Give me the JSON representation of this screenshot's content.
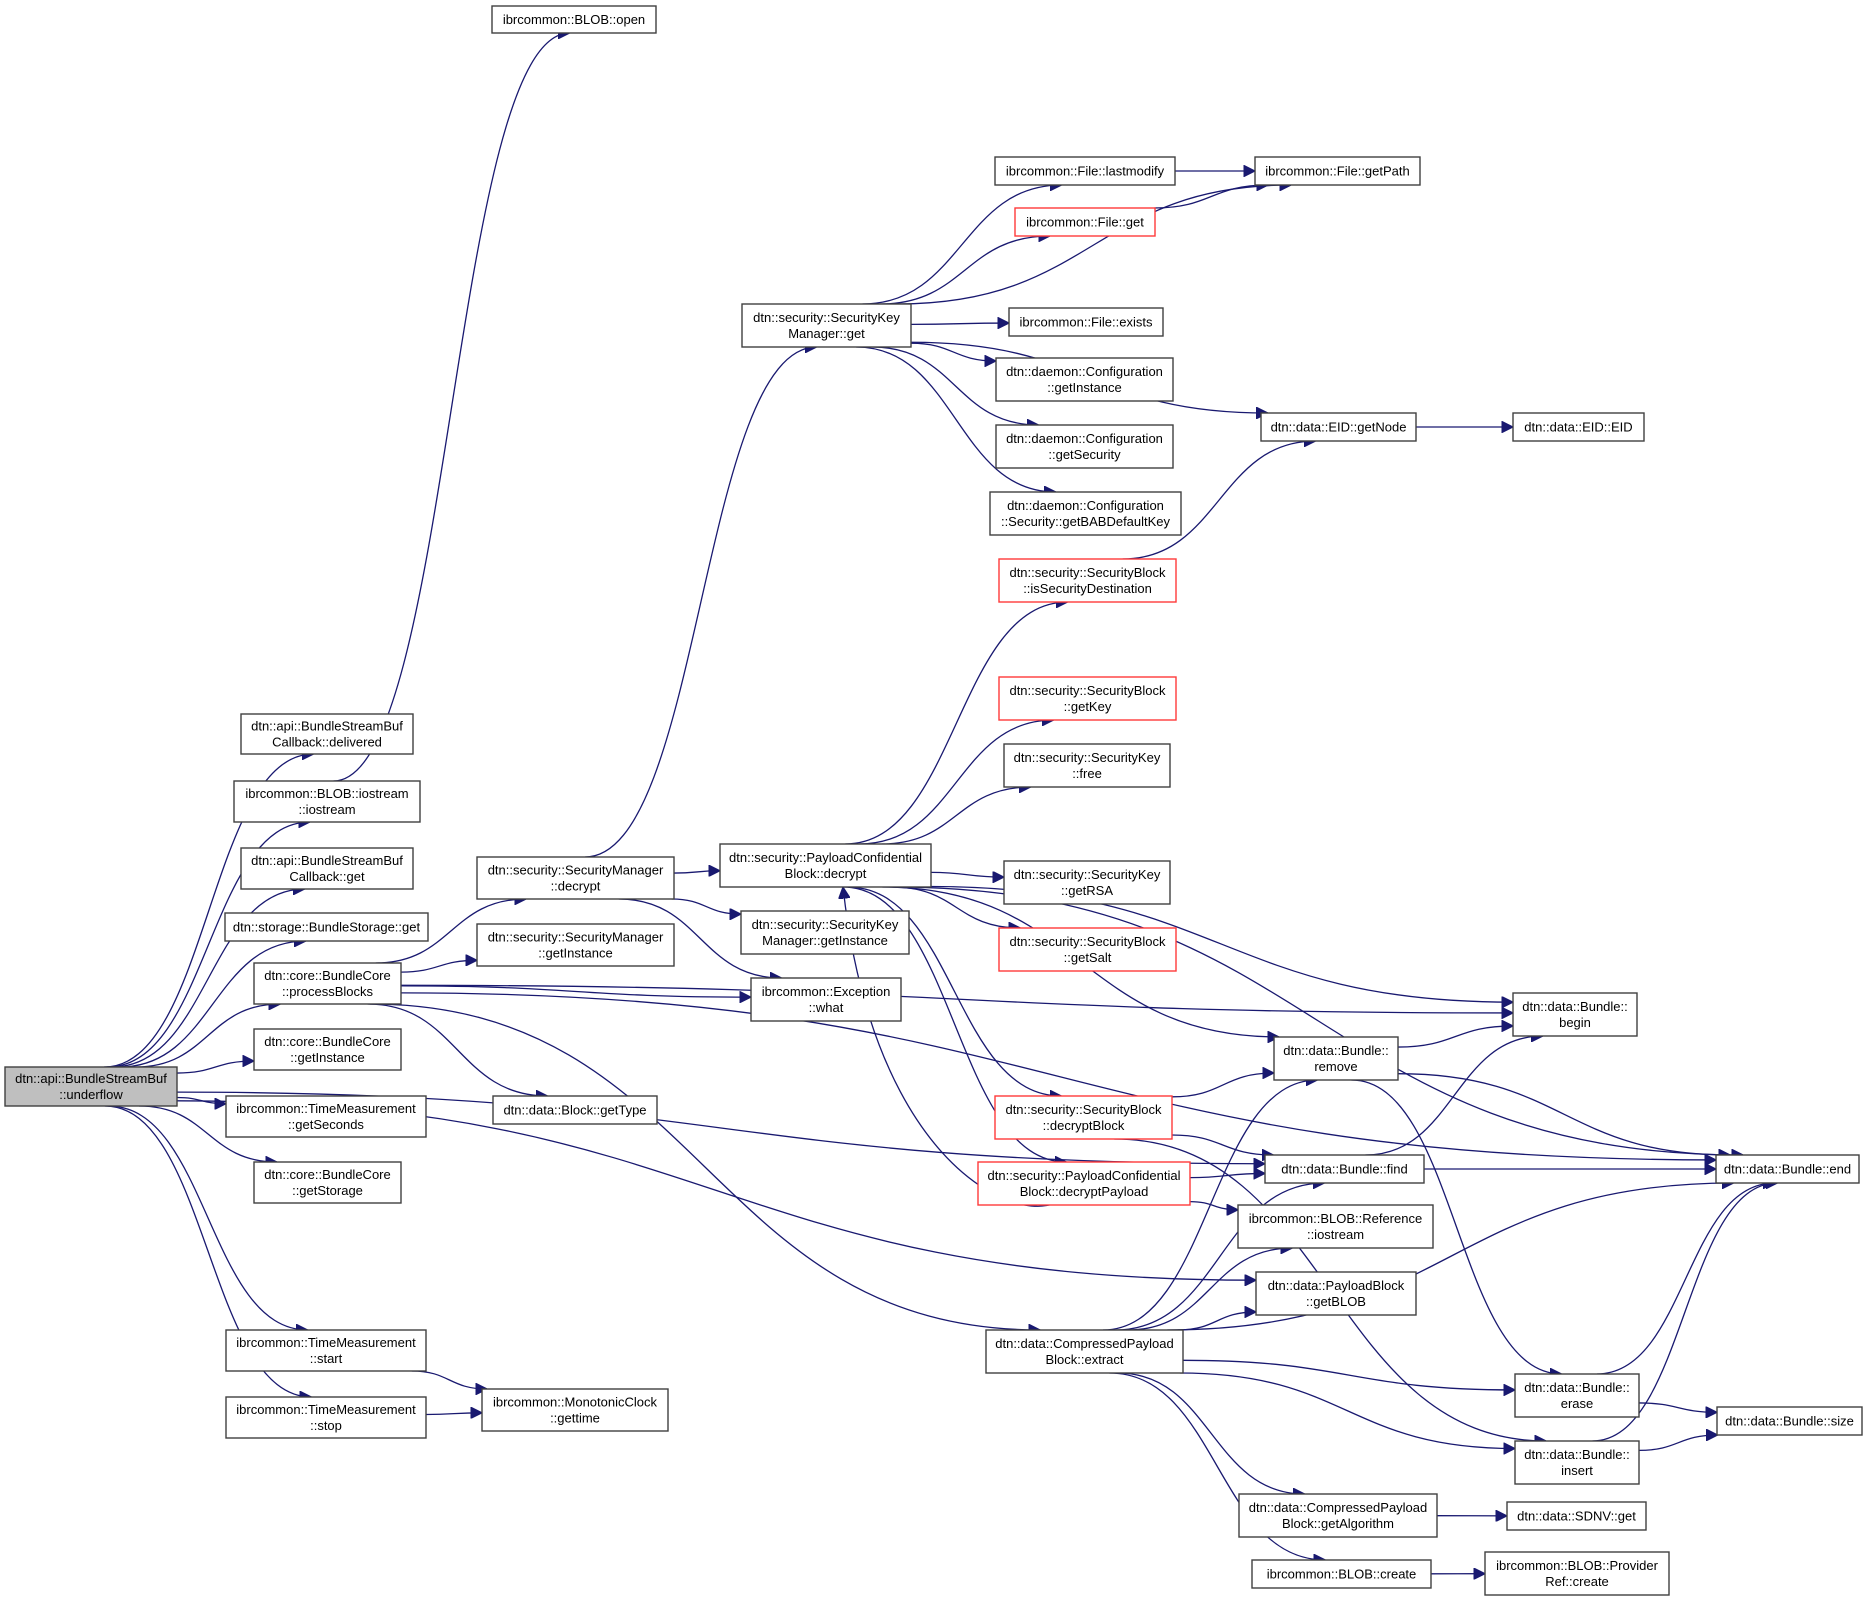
{
  "title": "Call graph of dtn::api::BundleStreamBuf::underflow",
  "colors": {
    "edge": "#191970",
    "root_fill": "#bfbfbf",
    "node_border": "#404040",
    "truncated_border": "#ff3a3a"
  },
  "nodes": [
    {
      "id": "underflow",
      "lines": [
        "dtn::api::BundleStreamBuf",
        "::underflow"
      ],
      "kind": "root"
    },
    {
      "id": "cb_delivered",
      "lines": [
        "dtn::api::BundleStreamBuf",
        "Callback::delivered"
      ],
      "kind": "normal"
    },
    {
      "id": "blob_iostream",
      "lines": [
        "ibrcommon::BLOB::iostream",
        "::iostream"
      ],
      "kind": "normal"
    },
    {
      "id": "cb_get",
      "lines": [
        "dtn::api::BundleStreamBuf",
        "Callback::get"
      ],
      "kind": "normal"
    },
    {
      "id": "storage_get",
      "lines": [
        "dtn::storage::BundleStorage::get"
      ],
      "kind": "normal"
    },
    {
      "id": "processBlocks",
      "lines": [
        "dtn::core::BundleCore",
        "::processBlocks"
      ],
      "kind": "normal"
    },
    {
      "id": "core_getInstance",
      "lines": [
        "dtn::core::BundleCore",
        "::getInstance"
      ],
      "kind": "normal"
    },
    {
      "id": "tm_getSeconds",
      "lines": [
        "ibrcommon::TimeMeasurement",
        "::getSeconds"
      ],
      "kind": "normal"
    },
    {
      "id": "core_getStorage",
      "lines": [
        "dtn::core::BundleCore",
        "::getStorage"
      ],
      "kind": "normal"
    },
    {
      "id": "tm_start",
      "lines": [
        "ibrcommon::TimeMeasurement",
        "::start"
      ],
      "kind": "normal"
    },
    {
      "id": "tm_stop",
      "lines": [
        "ibrcommon::TimeMeasurement",
        "::stop"
      ],
      "kind": "normal"
    },
    {
      "id": "blob_open",
      "lines": [
        "ibrcommon::BLOB::open"
      ],
      "kind": "normal"
    },
    {
      "id": "sm_decrypt",
      "lines": [
        "dtn::security::SecurityManager",
        "::decrypt"
      ],
      "kind": "normal"
    },
    {
      "id": "sm_getInstance",
      "lines": [
        "dtn::security::SecurityManager",
        "::getInstance"
      ],
      "kind": "normal"
    },
    {
      "id": "block_getType",
      "lines": [
        "dtn::data::Block::getType"
      ],
      "kind": "normal"
    },
    {
      "id": "mono_gettime",
      "lines": [
        "ibrcommon::MonotonicClock",
        "::gettime"
      ],
      "kind": "normal"
    },
    {
      "id": "skm_get",
      "lines": [
        "dtn::security::SecurityKey",
        "Manager::get"
      ],
      "kind": "normal"
    },
    {
      "id": "pcb_decrypt",
      "lines": [
        "dtn::security::PayloadConfidential",
        "Block::decrypt"
      ],
      "kind": "normal"
    },
    {
      "id": "skm_getInstance",
      "lines": [
        "dtn::security::SecurityKey",
        "Manager::getInstance"
      ],
      "kind": "normal"
    },
    {
      "id": "exc_what",
      "lines": [
        "ibrcommon::Exception",
        "::what"
      ],
      "kind": "normal"
    },
    {
      "id": "cpb_extract",
      "lines": [
        "dtn::data::CompressedPayload",
        "Block::extract"
      ],
      "kind": "normal"
    },
    {
      "id": "file_lastmodify",
      "lines": [
        "ibrcommon::File::lastmodify"
      ],
      "kind": "normal"
    },
    {
      "id": "file_get",
      "lines": [
        "ibrcommon::File::get"
      ],
      "kind": "truncated"
    },
    {
      "id": "file_exists",
      "lines": [
        "ibrcommon::File::exists"
      ],
      "kind": "normal"
    },
    {
      "id": "conf_getInstance",
      "lines": [
        "dtn::daemon::Configuration",
        "::getInstance"
      ],
      "kind": "normal"
    },
    {
      "id": "conf_getSecurity",
      "lines": [
        "dtn::daemon::Configuration",
        "::getSecurity"
      ],
      "kind": "normal"
    },
    {
      "id": "conf_bab",
      "lines": [
        "dtn::daemon::Configuration",
        "::Security::getBABDefaultKey"
      ],
      "kind": "normal"
    },
    {
      "id": "sb_isSecDest",
      "lines": [
        "dtn::security::SecurityBlock",
        "::isSecurityDestination"
      ],
      "kind": "truncated"
    },
    {
      "id": "sb_getKey",
      "lines": [
        "dtn::security::SecurityBlock",
        "::getKey"
      ],
      "kind": "truncated"
    },
    {
      "id": "sk_free",
      "lines": [
        "dtn::security::SecurityKey",
        "::free"
      ],
      "kind": "normal"
    },
    {
      "id": "sk_getRSA",
      "lines": [
        "dtn::security::SecurityKey",
        "::getRSA"
      ],
      "kind": "normal"
    },
    {
      "id": "sb_getSalt",
      "lines": [
        "dtn::security::SecurityBlock",
        "::getSalt"
      ],
      "kind": "truncated"
    },
    {
      "id": "sb_decryptBlock",
      "lines": [
        "dtn::security::SecurityBlock",
        "::decryptBlock"
      ],
      "kind": "truncated"
    },
    {
      "id": "pcb_decryptPayload",
      "lines": [
        "dtn::security::PayloadConfidential",
        "Block::decryptPayload"
      ],
      "kind": "truncated"
    },
    {
      "id": "cpb_getAlgorithm",
      "lines": [
        "dtn::data::CompressedPayload",
        "Block::getAlgorithm"
      ],
      "kind": "normal"
    },
    {
      "id": "blob_create",
      "lines": [
        "ibrcommon::BLOB::create"
      ],
      "kind": "normal"
    },
    {
      "id": "file_getPath",
      "lines": [
        "ibrcommon::File::getPath"
      ],
      "kind": "normal"
    },
    {
      "id": "eid_getNode",
      "lines": [
        "dtn::data::EID::getNode"
      ],
      "kind": "normal"
    },
    {
      "id": "bundle_remove",
      "lines": [
        "dtn::data::Bundle::",
        "remove"
      ],
      "kind": "normal"
    },
    {
      "id": "bundle_find",
      "lines": [
        "dtn::data::Bundle::find"
      ],
      "kind": "normal"
    },
    {
      "id": "blobref_iostream",
      "lines": [
        "ibrcommon::BLOB::Reference",
        "::iostream"
      ],
      "kind": "normal"
    },
    {
      "id": "pb_getBLOB",
      "lines": [
        "dtn::data::PayloadBlock",
        "::getBLOB"
      ],
      "kind": "normal"
    },
    {
      "id": "bundle_erase",
      "lines": [
        "dtn::data::Bundle::",
        "erase"
      ],
      "kind": "normal"
    },
    {
      "id": "bundle_insert",
      "lines": [
        "dtn::data::Bundle::",
        "insert"
      ],
      "kind": "normal"
    },
    {
      "id": "sdnv_get",
      "lines": [
        "dtn::data::SDNV::get"
      ],
      "kind": "normal"
    },
    {
      "id": "provref_create",
      "lines": [
        "ibrcommon::BLOB::Provider",
        "Ref::create"
      ],
      "kind": "normal"
    },
    {
      "id": "eid_eid",
      "lines": [
        "dtn::data::EID::EID"
      ],
      "kind": "normal"
    },
    {
      "id": "bundle_begin",
      "lines": [
        "dtn::data::Bundle::",
        "begin"
      ],
      "kind": "normal"
    },
    {
      "id": "bundle_end",
      "lines": [
        "dtn::data::Bundle::end"
      ],
      "kind": "normal"
    },
    {
      "id": "bundle_size",
      "lines": [
        "dtn::data::Bundle::size"
      ],
      "kind": "normal"
    }
  ],
  "edges": [
    [
      "underflow",
      "cb_delivered"
    ],
    [
      "underflow",
      "blob_iostream"
    ],
    [
      "underflow",
      "cb_get"
    ],
    [
      "underflow",
      "storage_get"
    ],
    [
      "underflow",
      "processBlocks"
    ],
    [
      "underflow",
      "core_getInstance"
    ],
    [
      "underflow",
      "tm_getSeconds"
    ],
    [
      "underflow",
      "core_getStorage"
    ],
    [
      "underflow",
      "tm_start"
    ],
    [
      "underflow",
      "tm_stop"
    ],
    [
      "underflow",
      "bundle_find"
    ],
    [
      "underflow",
      "pb_getBLOB"
    ],
    [
      "blob_iostream",
      "blob_open"
    ],
    [
      "processBlocks",
      "sm_decrypt"
    ],
    [
      "processBlocks",
      "sm_getInstance"
    ],
    [
      "processBlocks",
      "exc_what"
    ],
    [
      "processBlocks",
      "block_getType"
    ],
    [
      "processBlocks",
      "cpb_extract"
    ],
    [
      "processBlocks",
      "bundle_begin"
    ],
    [
      "processBlocks",
      "bundle_end"
    ],
    [
      "tm_start",
      "mono_gettime"
    ],
    [
      "tm_stop",
      "mono_gettime"
    ],
    [
      "sm_decrypt",
      "skm_get"
    ],
    [
      "sm_decrypt",
      "pcb_decrypt"
    ],
    [
      "sm_decrypt",
      "skm_getInstance"
    ],
    [
      "sm_decrypt",
      "exc_what"
    ],
    [
      "skm_get",
      "file_lastmodify"
    ],
    [
      "skm_get",
      "file_get"
    ],
    [
      "skm_get",
      "file_getPath"
    ],
    [
      "skm_get",
      "file_exists"
    ],
    [
      "skm_get",
      "conf_getInstance"
    ],
    [
      "skm_get",
      "conf_getSecurity"
    ],
    [
      "skm_get",
      "conf_bab"
    ],
    [
      "skm_get",
      "eid_getNode"
    ],
    [
      "file_lastmodify",
      "file_getPath"
    ],
    [
      "file_get",
      "file_getPath"
    ],
    [
      "eid_getNode",
      "eid_eid"
    ],
    [
      "sb_isSecDest",
      "eid_getNode"
    ],
    [
      "pcb_decrypt",
      "sb_isSecDest"
    ],
    [
      "pcb_decrypt",
      "sb_getKey"
    ],
    [
      "pcb_decrypt",
      "sk_free"
    ],
    [
      "pcb_decrypt",
      "sk_getRSA"
    ],
    [
      "pcb_decrypt",
      "sb_getSalt"
    ],
    [
      "pcb_decrypt",
      "sb_decryptBlock"
    ],
    [
      "pcb_decrypt",
      "pcb_decryptPayload"
    ],
    [
      "pcb_decrypt",
      "bundle_begin"
    ],
    [
      "pcb_decrypt",
      "bundle_end"
    ],
    [
      "pcb_decrypt",
      "bundle_remove"
    ],
    [
      "pcb_decryptPayload",
      "pcb_decrypt"
    ],
    [
      "pcb_decryptPayload",
      "bundle_find"
    ],
    [
      "pcb_decryptPayload",
      "blobref_iostream"
    ],
    [
      "sb_decryptBlock",
      "bundle_remove"
    ],
    [
      "sb_decryptBlock",
      "bundle_find"
    ],
    [
      "sb_decryptBlock",
      "bundle_insert"
    ],
    [
      "bundle_remove",
      "bundle_begin"
    ],
    [
      "bundle_remove",
      "bundle_end"
    ],
    [
      "bundle_remove",
      "bundle_erase"
    ],
    [
      "bundle_find",
      "bundle_begin"
    ],
    [
      "bundle_find",
      "bundle_end"
    ],
    [
      "cpb_extract",
      "bundle_remove"
    ],
    [
      "cpb_extract",
      "bundle_find"
    ],
    [
      "cpb_extract",
      "blobref_iostream"
    ],
    [
      "cpb_extract",
      "pb_getBLOB"
    ],
    [
      "cpb_extract",
      "bundle_end"
    ],
    [
      "cpb_extract",
      "bundle_erase"
    ],
    [
      "cpb_extract",
      "bundle_insert"
    ],
    [
      "cpb_extract",
      "cpb_getAlgorithm"
    ],
    [
      "cpb_extract",
      "blob_create"
    ],
    [
      "cpb_getAlgorithm",
      "sdnv_get"
    ],
    [
      "blob_create",
      "provref_create"
    ],
    [
      "bundle_erase",
      "bundle_end"
    ],
    [
      "bundle_erase",
      "bundle_size"
    ],
    [
      "bundle_insert",
      "bundle_end"
    ],
    [
      "bundle_insert",
      "bundle_size"
    ]
  ]
}
